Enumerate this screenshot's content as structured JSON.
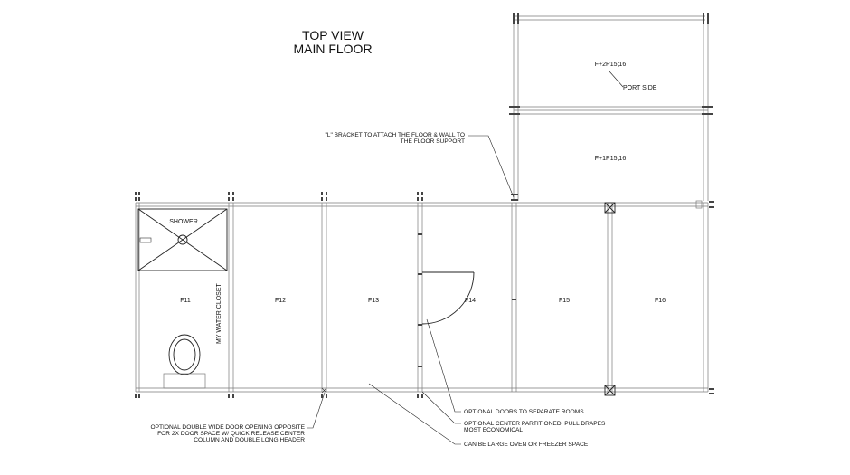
{
  "title": {
    "line1": "TOP VIEW",
    "line2": "MAIN FLOOR"
  },
  "rooms": {
    "f11": "F11",
    "f12": "F12",
    "f13": "F13",
    "f14": "F14",
    "f15": "F15",
    "f16": "F16",
    "f1p": "F+1P15;16",
    "f2p": "F+2P15;16"
  },
  "labels": {
    "shower": "SHOWER",
    "water_closet": "MY WATER CLOSET",
    "port_side": "PORT SIDE"
  },
  "notes": {
    "bracket_line1": "\"L\" BRACKET TO ATTACH THE FLOOR & WALL TO",
    "bracket_line2": "THE FLOOR SUPPORT",
    "double_door_line1": "OPTIONAL DOUBLE WIDE DOOR OPENING OPPOSITE",
    "double_door_line2": "FOR 2X DOOR SPACE W/ QUICK RELEASE CENTER",
    "double_door_line3": "COLUMN AND DOUBLE LONG HEADER",
    "doors": "OPTIONAL DOORS TO SEPARATE ROOMS",
    "partition_line1": "OPTIONAL CENTER PARTITIONED, PULL DRAPES",
    "partition_line2": "MOST ECONOMICAL",
    "oven": "CAN BE LARGE OVEN OR FREEZER SPACE"
  }
}
